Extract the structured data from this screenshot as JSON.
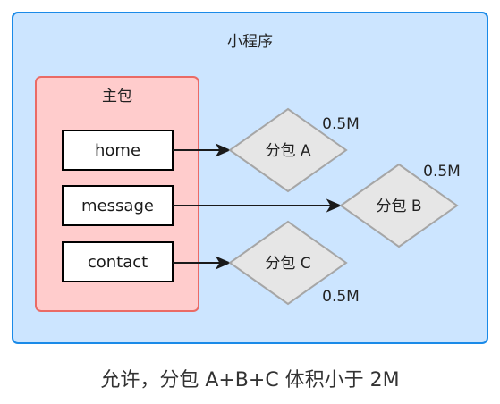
{
  "diagram": {
    "container": {
      "label": "小程序"
    },
    "main_package": {
      "label": "主包",
      "pages": [
        "home",
        "message",
        "contact"
      ]
    },
    "subpackages": [
      {
        "label": "分包 A",
        "size": "0.5M"
      },
      {
        "label": "分包 B",
        "size": "0.5M"
      },
      {
        "label": "分包 C",
        "size": "0.5M"
      }
    ],
    "edges": [
      {
        "from_page": 0,
        "to_subpackage": 0
      },
      {
        "from_page": 1,
        "to_subpackage": 1
      },
      {
        "from_page": 2,
        "to_subpackage": 2
      }
    ]
  },
  "caption": "允许，分包 A+B+C 体积小于 2M",
  "colors": {
    "container_fill": "#cce5ff",
    "container_stroke": "#1a8ae8",
    "main_package_fill": "#ffcccc",
    "main_package_stroke": "#ea6b66",
    "page_fill": "#ffffff",
    "page_stroke": "#000000",
    "subpackage_fill": "#e6e6e6",
    "subpackage_stroke": "#a6a6a6",
    "arrow": "#1a1a1a"
  }
}
